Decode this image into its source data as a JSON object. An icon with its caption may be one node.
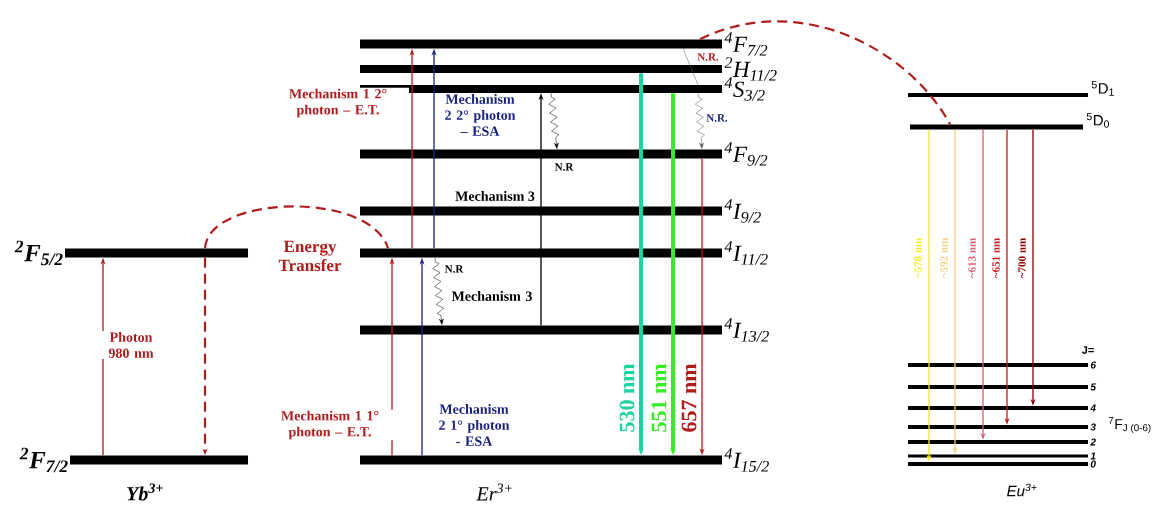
{
  "diagram": {
    "nodes": [
      {
        "text": [
          "$^{2}$F$_{5/2}$"
        ]
      },
      {
        "text": [
          "$^{2}$F$_{7/2}$"
        ]
      },
      {
        "text": [
          "$^{4}$F$_{7/2}$"
        ]
      },
      {
        "text": [
          "$^{2}$H$_{11/2}$"
        ]
      },
      {
        "text": [
          "$^{4}$S$_{3/2}$"
        ]
      },
      {
        "text": [
          "$^{4}$F$_{9/2}$"
        ]
      },
      {
        "text": [
          "$^{4}$I$_{9/2}$"
        ]
      },
      {
        "text": [
          "$^{4}$I$_{11/2}$"
        ]
      },
      {
        "text": [
          "$^{4}$I$_{13/2}$"
        ]
      },
      {
        "text": [
          "$^{4}$I$_{15/2}$"
        ]
      },
      {
        "text": [
          "$^{5}$D$_{1}$"
        ]
      },
      {
        "text": [
          "$^{5}$D$_{0}$"
        ]
      },
      {
        "text": [
          "6"
        ]
      },
      {
        "text": [
          "5"
        ]
      },
      {
        "text": [
          "4"
        ]
      },
      {
        "text": [
          "3"
        ]
      },
      {
        "text": [
          "2"
        ]
      },
      {
        "text": [
          "1"
        ]
      },
      {
        "text": [
          "0"
        ]
      }
    ],
    "edges": [
      {
        "from": 1,
        "to": 0,
        "arrow": "to",
        "label": "Photon 980 nm",
        "color": "#b01c1c"
      },
      {
        "from": 0,
        "to": 1,
        "arrow": "to",
        "style": "dashed",
        "color": "#b01c1c"
      },
      {
        "from": 0,
        "to": 7,
        "arrow": "none",
        "style": "dashed",
        "color": "#b01c1c"
      },
      {
        "from": 9,
        "to": 7,
        "arrow": "to",
        "label": "Mechanism 1 1° photon – E.T.",
        "color": "#b01c1c"
      },
      {
        "from": 9,
        "to": 7,
        "arrow": "to",
        "label": "Mechanism 2 1° photon - ESA",
        "color": "#1a237e"
      },
      {
        "from": 7,
        "to": 2,
        "arrow": "to",
        "label": "Mechanism 1 2° photon – E.T.",
        "color": "#b01c1c"
      },
      {
        "from": 7,
        "to": 2,
        "arrow": "to",
        "label": "Mechanism 2 2° photon – ESA",
        "color": "#1a237e"
      },
      {
        "from": 8,
        "to": 4,
        "arrow": "to",
        "label": "Mechanism 3",
        "color": "#000000"
      },
      {
        "from": 7,
        "to": 8,
        "arrow": "to",
        "label": "N.R",
        "color": "#000000"
      },
      {
        "from": 4,
        "to": 5,
        "arrow": "to",
        "label": "N.R",
        "color": "#000000"
      },
      {
        "from": 2,
        "to": 4,
        "arrow": "none",
        "label": "N.R.",
        "color": "#555555"
      },
      {
        "from": 4,
        "to": 5,
        "arrow": "to",
        "label": "N.R.",
        "color": "#555555"
      },
      {
        "from": 3,
        "to": 9,
        "arrow": "to",
        "label": "530 nm",
        "style": "thick",
        "color": "#1fd3a0"
      },
      {
        "from": 4,
        "to": 9,
        "arrow": "to",
        "label": "551 nm",
        "style": "thick",
        "color": "#33ee22"
      },
      {
        "from": 5,
        "to": 9,
        "arrow": "to",
        "label": "657 nm",
        "color": "#b01c1c"
      },
      {
        "from": 2,
        "to": 11,
        "arrow": "none",
        "style": "dashed",
        "color": "#b01c1c"
      },
      {
        "from": 11,
        "to": 18,
        "arrow": "to",
        "label": "~578 nm",
        "color": "#f2ea1e"
      },
      {
        "from": 11,
        "to": 17,
        "arrow": "to",
        "label": "~592 nm",
        "color": "#eed27e"
      },
      {
        "from": 11,
        "to": 16,
        "arrow": "to",
        "label": "~613 nm",
        "color": "#de5a74"
      },
      {
        "from": 11,
        "to": 15,
        "arrow": "to",
        "label": "~651 nm",
        "color": "#c81818"
      },
      {
        "from": 11,
        "to": 14,
        "arrow": "to",
        "label": "~700 nm",
        "color": "#8b0000"
      }
    ],
    "labels": [
      "Energy Transfer",
      "Mechanism 3",
      "Yb$^{3+}$",
      "Er$^{3+}$",
      "J=",
      "$^{7}$F$_{J (0-6)}$",
      "Eu$^{3+}$"
    ]
  }
}
